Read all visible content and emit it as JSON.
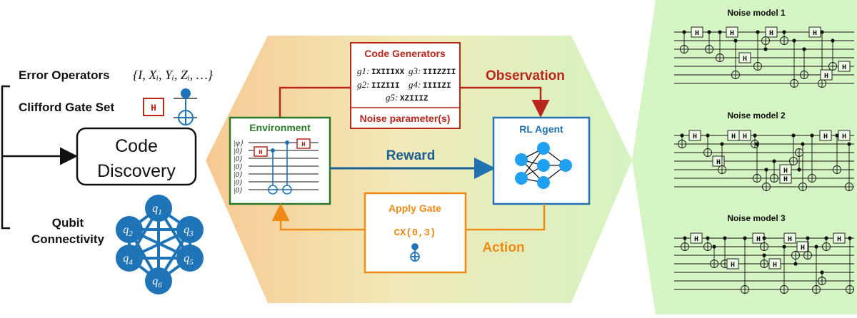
{
  "left": {
    "error_operators_label": "Error Operators",
    "error_operators_set": "{I, Xᵢ, Yᵢ, Zᵢ, …}",
    "clifford_label": "Clifford Gate Set",
    "h_gate": "H",
    "code_discovery_line1": "Code",
    "code_discovery_line2": "Discovery",
    "qubit_connectivity_line1": "Qubit",
    "qubit_connectivity_line2": "Connectivity",
    "qubits": [
      "q1",
      "q2",
      "q3",
      "q4",
      "q5",
      "q6"
    ]
  },
  "center": {
    "code_generators_title": "Code Generators",
    "generators": [
      {
        "name": "g1:",
        "value": "IXIIIXX"
      },
      {
        "name": "g3:",
        "value": "IIIZZII"
      },
      {
        "name": "g2:",
        "value": "IIZIII"
      },
      {
        "name": "g4:",
        "value": "IIIIZI"
      },
      {
        "name": "g5:",
        "value": "XZIIIZ"
      }
    ],
    "noise_parameters": "Noise parameter(s)",
    "observation": "Observation",
    "environment_title": "Environment",
    "psi_label": "|ψ⟩",
    "zero_label": "|0⟩",
    "reward": "Reward",
    "rl_agent_title": "RL Agent",
    "apply_gate_title": "Apply Gate",
    "apply_gate_value": "CX(0,3)",
    "action": "Action"
  },
  "right": {
    "noise_models": [
      "Noise model 1",
      "Noise model 2",
      "Noise model 3"
    ],
    "h_gate": "H"
  },
  "colors": {
    "red": "#b8261c",
    "blue": "#2271b1",
    "green": "#2a7a2a",
    "orange": "#f08a16",
    "qubit_blue": "#1f73b7",
    "panel_green": "#d6f5c4"
  }
}
